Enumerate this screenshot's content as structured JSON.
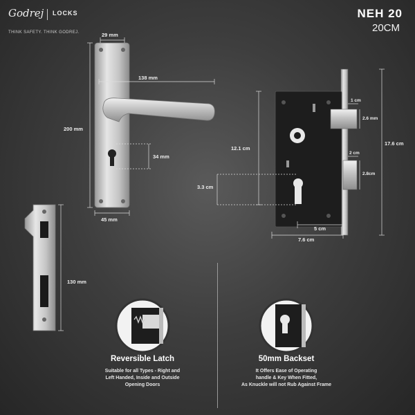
{
  "brand": {
    "logo_text": "Godrej",
    "section": "LOCKS",
    "tagline": "THINK SAFETY. THINK GODREJ."
  },
  "product": {
    "model": "NEH 20",
    "size": "20CM"
  },
  "handle_dims": {
    "top_width": "29 mm",
    "lever_length": "138 mm",
    "height": "200 mm",
    "keyhole": "34 mm",
    "bottom_width": "45 mm"
  },
  "lock_dims": {
    "height_121": "12.1 cm",
    "d33": "3.3 cm",
    "d5": "5 cm",
    "d76": "7.6 cm",
    "d1": "1 cm",
    "d26": "2.6 mm",
    "d2": "2 cm",
    "d28": "2.8cm",
    "height_176": "17.6 cm"
  },
  "strike_dims": {
    "height": "130 mm"
  },
  "features": [
    {
      "title": "Reversible Latch",
      "text": [
        "Suitable for all Types - Right and",
        "Left Handed, Inside and Outside",
        "Opening Doors"
      ]
    },
    {
      "title": "50mm Backset",
      "text": [
        "It Offers Ease of Operating",
        "handle & Key When Fitted,",
        "As Knuckle will not Rub Against Frame"
      ]
    }
  ],
  "colors": {
    "metal": "#cfcfcf",
    "lock_body": "#1d1d1d"
  }
}
